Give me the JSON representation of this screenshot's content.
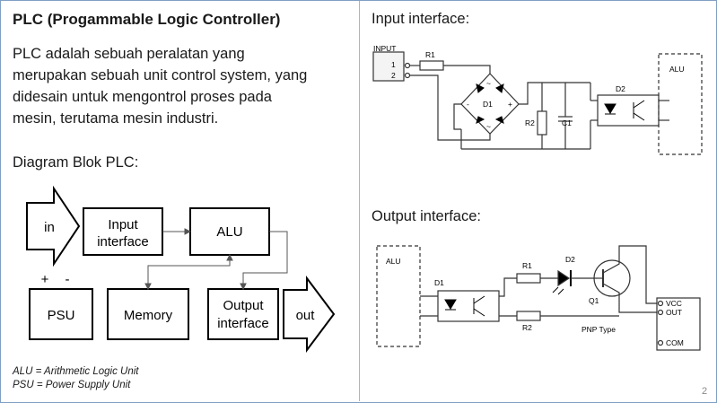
{
  "slide": {
    "title": "PLC (Progammable Logic Controller)",
    "paragraph_lines": [
      "PLC adalah sebuah peralatan yang",
      "merupakan sebuah unit control system, yang",
      "didesain untuk mengontrol proses pada",
      "mesin, terutama mesin industri."
    ],
    "block_heading": "Diagram Blok PLC:",
    "input_heading": "Input interface:",
    "output_heading": "Output interface:",
    "notes": [
      "ALU = Arithmetic Logic Unit",
      "PSU = Power Supply Unit"
    ],
    "page_number": "2"
  },
  "block_diagram": {
    "in_label": "in",
    "out_label": "out",
    "input_interface": [
      "Input",
      "interface"
    ],
    "alu": "ALU",
    "memory": "Memory",
    "output_interface": [
      "Output",
      "interface"
    ],
    "psu": "PSU",
    "plus": "+",
    "minus": "-"
  },
  "input_circuit": {
    "input_label": "INPUT",
    "pin1": "1",
    "pin2": "2",
    "r1": "R1",
    "d1": "D1",
    "r2": "R2",
    "c1": "C1",
    "d2": "D2",
    "alu": "ALU",
    "plus": "+",
    "minus": "-",
    "tilde": "~"
  },
  "output_circuit": {
    "alu": "ALU",
    "d1": "D1",
    "r1": "R1",
    "r2": "R2",
    "d2": "D2",
    "q1": "Q1",
    "pnp": "PNP Type",
    "vcc": "VCC",
    "out": "OUT",
    "com": "COM"
  }
}
